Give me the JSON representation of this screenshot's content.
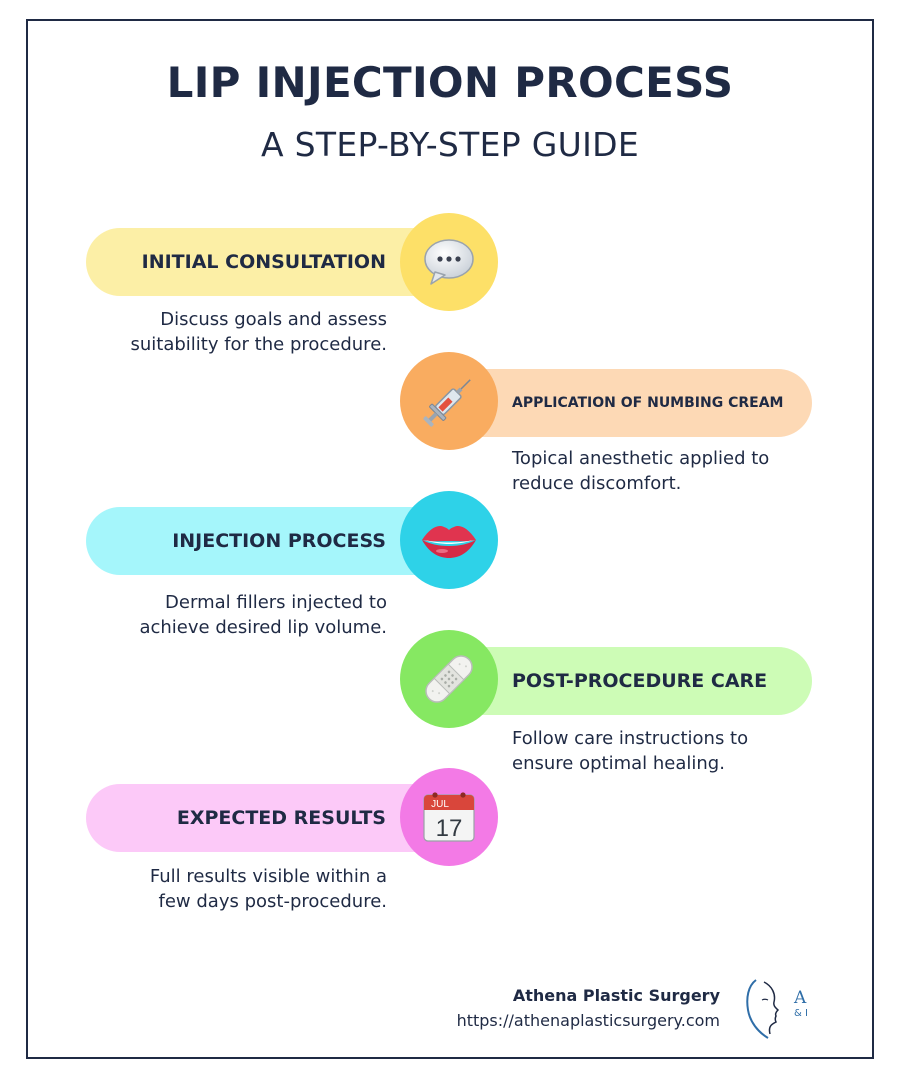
{
  "header": {
    "title": "LIP INJECTION PROCESS",
    "subtitle": "A STEP-BY-STEP GUIDE"
  },
  "steps": [
    {
      "title": "INITIAL CONSULTATION",
      "description_line1": "Discuss goals and assess",
      "description_line2": "suitability for the procedure.",
      "icon": "speech-bubble-icon",
      "side": "left",
      "pill_color": "#fcefa6",
      "circle_color": "#fde068"
    },
    {
      "title": "APPLICATION OF NUMBING CREAM",
      "description_line1": "Topical anesthetic applied to",
      "description_line2": "reduce discomfort.",
      "icon": "syringe-icon",
      "side": "right",
      "pill_color": "#fdd9b5",
      "circle_color": "#f9ac60"
    },
    {
      "title": "INJECTION PROCESS",
      "description_line1": "Dermal fillers injected to",
      "description_line2": "achieve desired lip volume.",
      "icon": "lips-icon",
      "side": "left",
      "pill_color": "#a5f6fb",
      "circle_color": "#2ed2e8"
    },
    {
      "title": "POST-PROCEDURE CARE",
      "description_line1": "Follow care instructions to",
      "description_line2": "ensure optimal healing.",
      "icon": "bandage-icon",
      "side": "right",
      "pill_color": "#cdfcb6",
      "circle_color": "#86e862"
    },
    {
      "title": "EXPECTED RESULTS",
      "description_line1": "Full results visible within a",
      "description_line2": "few days post-procedure.",
      "icon": "calendar-icon",
      "side": "left",
      "pill_color": "#fcc9f8",
      "circle_color": "#f37ae6"
    }
  ],
  "calendar": {
    "month": "JUL",
    "day": "17"
  },
  "footer": {
    "name": "Athena Plastic Surgery",
    "url": "https://athenaplasticsurgery.com",
    "logo_letter": "A",
    "logo_subtext": "& I"
  }
}
